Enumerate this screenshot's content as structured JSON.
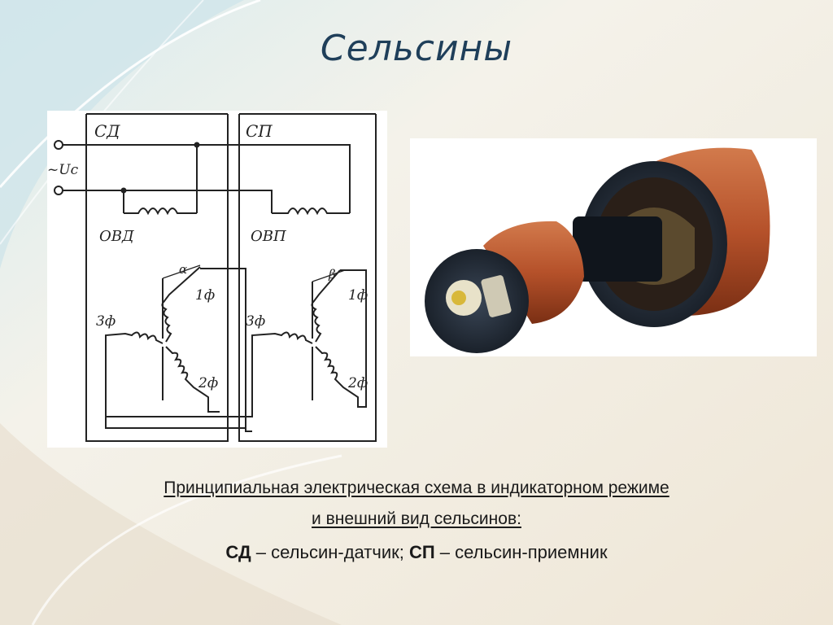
{
  "slide": {
    "title": "Сельсины"
  },
  "scheme": {
    "label_sd": "СД",
    "label_sp": "СП",
    "label_voltage": "~Uc",
    "label_ovd": "ОВД",
    "label_ovp": "ОВП",
    "label_alpha": "α",
    "label_beta": "β",
    "phase_1_left": "1ф",
    "phase_2_left": "2ф",
    "phase_3_left": "3ф",
    "phase_1_right": "1ф",
    "phase_2_right": "2ф",
    "phase_3_right": "3ф"
  },
  "caption": {
    "line1": "Принципиальная электрическая схема в индикаторном режиме",
    "line2": "и внешний вид сельсинов:",
    "sd_abbr": "СД",
    "sd_text": " – сельсин-датчик; ",
    "sp_abbr": "СП",
    "sp_text": " – сельсин-приемник"
  },
  "colors": {
    "title": "#1f3f5a",
    "motor_orange": "#b5512a",
    "motor_dark": "#1c2430"
  }
}
